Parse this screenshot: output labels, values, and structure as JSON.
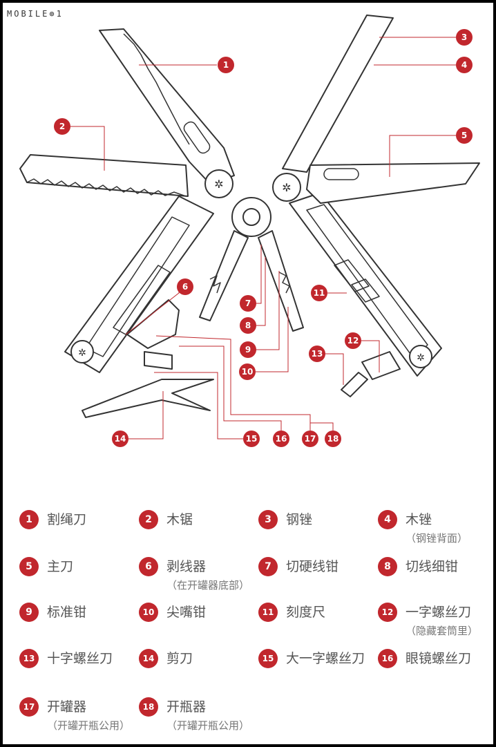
{
  "watermark": "MOBILE",
  "colors": {
    "accent": "#c1272d",
    "line": "#333333"
  },
  "callouts": [
    "1",
    "2",
    "3",
    "4",
    "5",
    "6",
    "7",
    "8",
    "9",
    "10",
    "11",
    "12",
    "13",
    "14",
    "15",
    "16",
    "17",
    "18"
  ],
  "legend": [
    {
      "num": "1",
      "name": "割绳刀",
      "sub": ""
    },
    {
      "num": "2",
      "name": "木锯",
      "sub": ""
    },
    {
      "num": "3",
      "name": "钢锉",
      "sub": ""
    },
    {
      "num": "4",
      "name": "木锉",
      "sub": "（钢锉背面）"
    },
    {
      "num": "5",
      "name": "主刀",
      "sub": ""
    },
    {
      "num": "6",
      "name": "剥线器",
      "sub": "（在开罐器底部）"
    },
    {
      "num": "7",
      "name": "切硬线钳",
      "sub": ""
    },
    {
      "num": "8",
      "name": "切线细钳",
      "sub": ""
    },
    {
      "num": "9",
      "name": "标准钳",
      "sub": ""
    },
    {
      "num": "10",
      "name": "尖嘴钳",
      "sub": ""
    },
    {
      "num": "11",
      "name": "刻度尺",
      "sub": ""
    },
    {
      "num": "12",
      "name": "一字螺丝刀",
      "sub": "（隐藏套筒里）"
    },
    {
      "num": "13",
      "name": "十字螺丝刀",
      "sub": ""
    },
    {
      "num": "14",
      "name": "剪刀",
      "sub": ""
    },
    {
      "num": "15",
      "name": "大一字螺丝刀",
      "sub": ""
    },
    {
      "num": "16",
      "name": "眼镜螺丝刀",
      "sub": ""
    },
    {
      "num": "17",
      "name": "开罐器",
      "sub": "（开罐开瓶公用）"
    },
    {
      "num": "18",
      "name": "开瓶器",
      "sub": "（开罐开瓶公用）"
    }
  ]
}
